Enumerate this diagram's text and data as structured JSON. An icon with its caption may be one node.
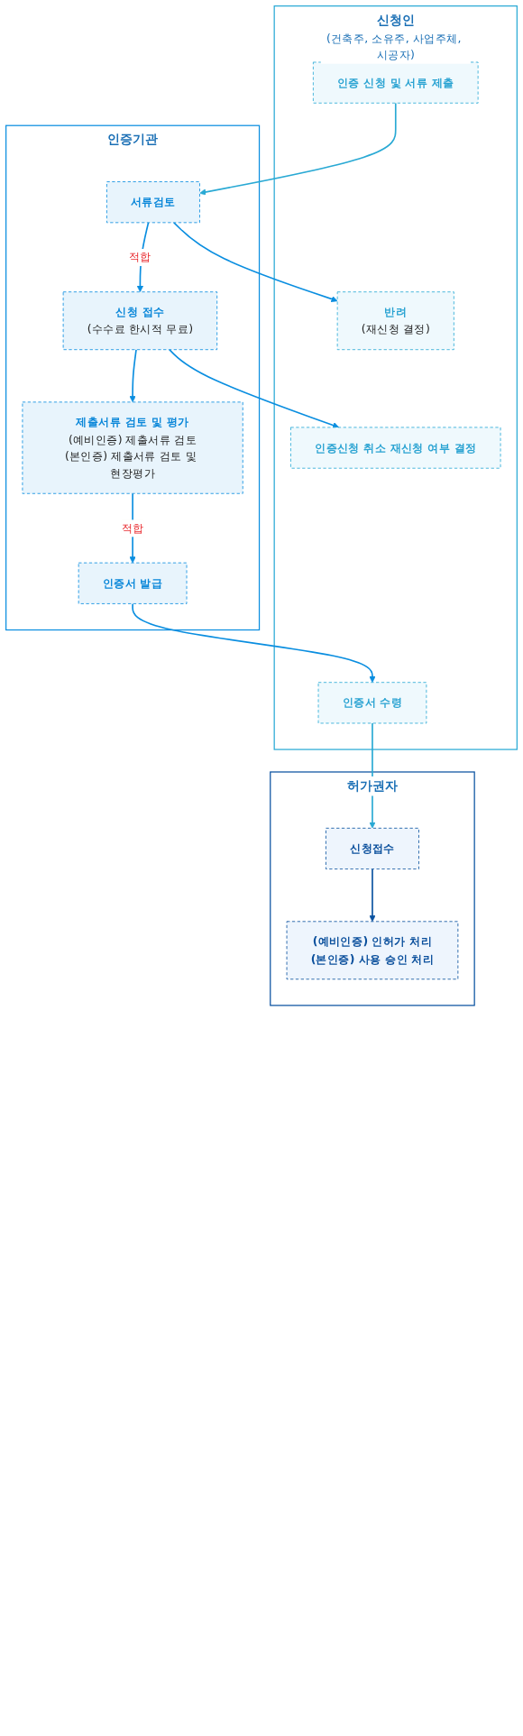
{
  "diagram": {
    "nodes": [
      {
        "text": [
          "신청인",
          "(건축주, 소유주, 사업주체, 시공자)"
        ]
      },
      {
        "text": [
          "인증 신청 및 서류 제출"
        ],
        "in": 0
      },
      {
        "text": [
          "반려",
          "(재신청 결정)"
        ],
        "in": 0
      },
      {
        "text": [
          "인증신청 취소 재신청 여부 결정"
        ],
        "in": 0
      },
      {
        "text": [
          "인증서 수령"
        ],
        "in": 0
      },
      {
        "text": [
          "인증기관"
        ]
      },
      {
        "text": [
          "서류검토"
        ],
        "in": 5
      },
      {
        "text": [
          "신청 접수",
          "(수수료 한시적 무료)"
        ],
        "in": 5
      },
      {
        "text": [
          "제출서류 검토 및 평가",
          "(예비인증) 제출서류 검토",
          "(본인증) 제출서류 검토 및 현장평가"
        ],
        "in": 5
      },
      {
        "text": [
          "인증서 발급"
        ],
        "in": 5
      },
      {
        "text": [
          "허가권자"
        ]
      },
      {
        "text": [
          "신청접수"
        ],
        "in": 10
      },
      {
        "text": [
          "(예비인증) 인허가 처리",
          "(본인증) 사용 승인 처리"
        ],
        "in": 10
      }
    ],
    "edges": [
      {
        "from": 1,
        "to": 6,
        "arrow": "to",
        "color": "#29a9d4"
      },
      {
        "from": 6,
        "to": 2,
        "arrow": "to"
      },
      {
        "from": 7,
        "to": 3,
        "arrow": "to"
      },
      {
        "from": 9,
        "to": 4,
        "arrow": "to"
      },
      {
        "from": 6,
        "to": 7,
        "arrow": "to",
        "label": "적합"
      },
      {
        "from": 7,
        "to": 8,
        "arrow": "to"
      },
      {
        "from": 8,
        "to": 9,
        "arrow": "to",
        "label": "적합"
      },
      {
        "from": 4,
        "to": 11,
        "arrow": "to",
        "color": "#29a9d4"
      },
      {
        "from": 11,
        "to": 12,
        "arrow": "to",
        "color": "#0a52a0"
      }
    ]
  }
}
